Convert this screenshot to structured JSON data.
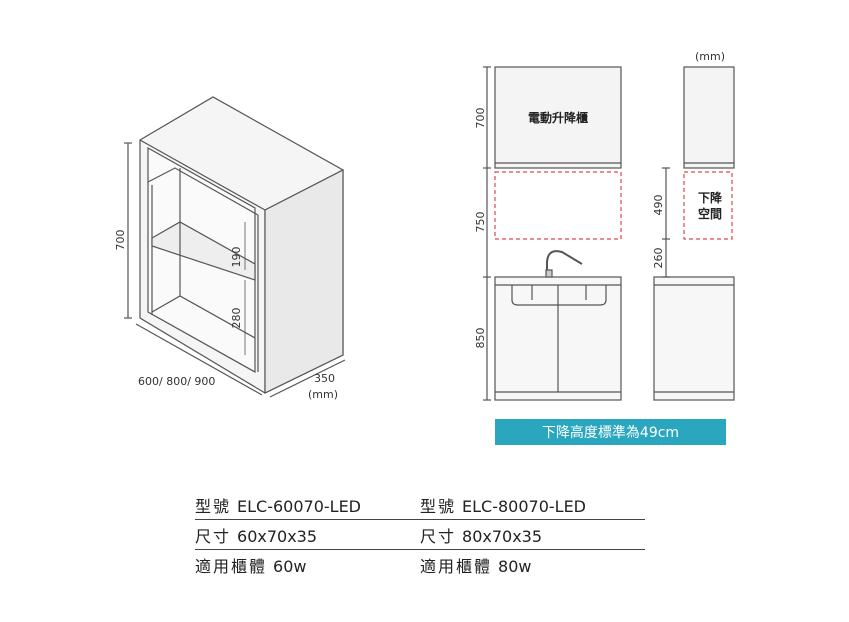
{
  "iso": {
    "height_label": "700",
    "width_label": "600/ 800/ 900",
    "depth_label": "350",
    "unit_label": "(mm)",
    "gap_upper_label": "190",
    "gap_lower_label": "280"
  },
  "elevation": {
    "unit_label": "(mm)",
    "upper_height": "700",
    "gap_height": "750",
    "base_height": "850",
    "cabinet_label": "電動升降櫃",
    "drop_label_line1": "下降",
    "drop_label_line2": "空間",
    "drop_height": "490",
    "clearance_height": "260"
  },
  "note": "下降高度標準為49cm",
  "specs": {
    "rows": [
      {
        "left_key": "型號",
        "left_val": "ELC-60070-LED",
        "right_key": "型號",
        "right_val": "ELC-80070-LED"
      },
      {
        "left_key": "尺寸",
        "left_val": "60x70x35",
        "right_key": "尺寸",
        "right_val": "80x70x35"
      },
      {
        "left_key": "適用櫃體",
        "left_val": "60w",
        "right_key": "適用櫃體",
        "right_val": "80w"
      }
    ]
  },
  "colors": {
    "accent": "#2aa7bf",
    "dash": "#e0474c",
    "line": "#444444",
    "body": "#eeeeee"
  }
}
